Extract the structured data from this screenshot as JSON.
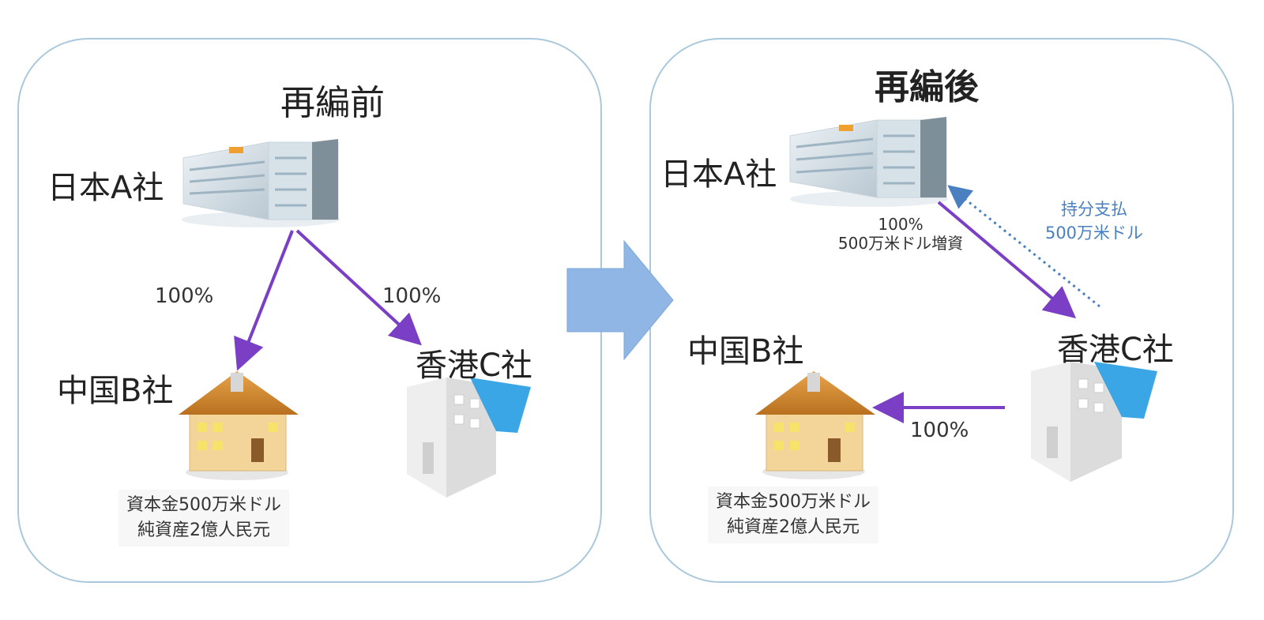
{
  "left_panel": {
    "title": "再編前",
    "company_a": "日本A社",
    "company_b": "中国B社",
    "company_c": "香港C社",
    "pct_a_to_b": "100%",
    "pct_a_to_c": "100%",
    "b_note_line1": "資本金500万米ドル",
    "b_note_line2": "純資産2億人民元"
  },
  "right_panel": {
    "title": "再編後",
    "company_a": "日本A社",
    "company_b": "中国B社",
    "company_c": "香港C社",
    "pct_a_to_c": "100%",
    "capital_increase": "500万米ドル増資",
    "payment_line1": "持分支払",
    "payment_line2": "500万米ドル",
    "pct_c_to_b": "100%",
    "b_note_line1": "資本金500万米ドル",
    "b_note_line2": "純資産2億人民元"
  },
  "colors": {
    "ownership_arrow": "#7a3fc4",
    "payment_arrow": "#4a7fc0",
    "panel_border": "#a9c8dc",
    "transition_arrow": "#8fb6e4"
  },
  "icons": {
    "office_building": "office-building-icon",
    "house": "house-icon",
    "white_building": "white-building-icon"
  }
}
